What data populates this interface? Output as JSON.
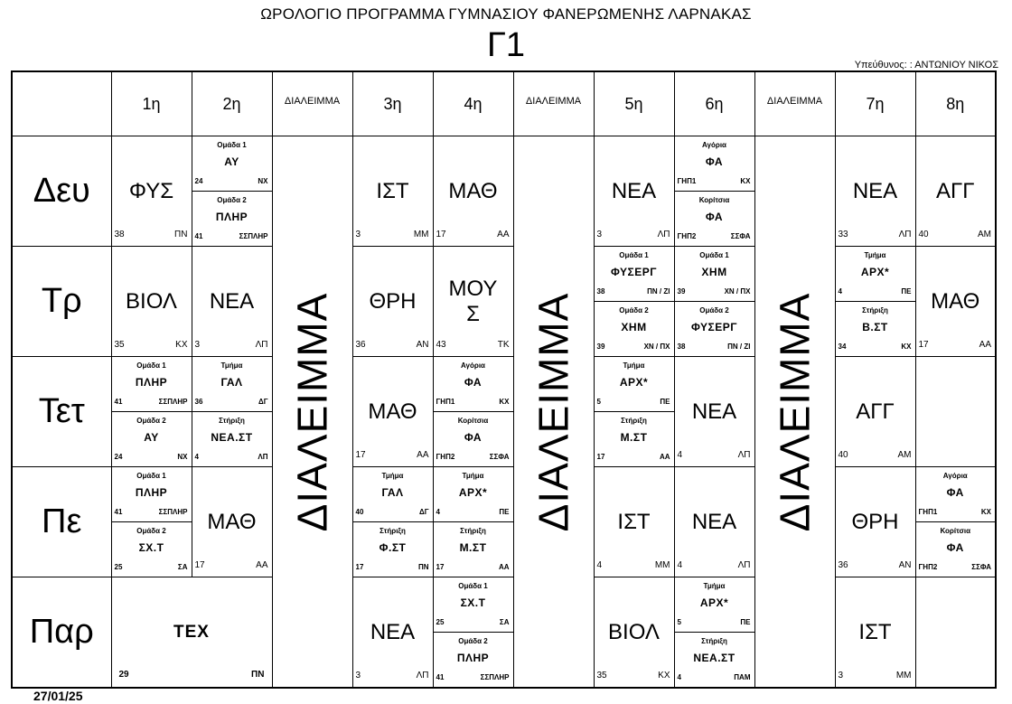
{
  "header": {
    "title": "ΩΡΟΛΟΓΙΟ ΠΡΟΓΡΑΜΜΑ ΓΥΜΝΑΣΙΟΥ ΦΑΝΕΡΩΜΕΝΗΣ ΛΑΡΝΑΚΑΣ",
    "class_name": "Γ1",
    "responsible": "Υπεύθυνος: : ΑΝΤΩΝΙΟΥ ΝΙΚΟΣ"
  },
  "columns": [
    "1η",
    "2η",
    "ΔΙΑΛΕΙΜΜΑ",
    "3η",
    "4η",
    "ΔΙΑΛΕΙΜΜΑ",
    "5η",
    "6η",
    "ΔΙΑΛΕΙΜΜΑ",
    "7η",
    "8η"
  ],
  "break_label": "ΔΙΑΛΕΙΜΜΑ",
  "days": [
    {
      "label": "Δευ",
      "p1": {
        "subject": "ΦΥΣ",
        "room": "38",
        "teacher": "ΠΝ"
      },
      "p2": {
        "top": {
          "label": "Ομάδα 1",
          "subject": "ΑΥ",
          "room": "24",
          "teacher": "ΝΧ"
        },
        "bottom": {
          "label": "Ομάδα 2",
          "subject": "ΠΛΗΡ",
          "room": "41",
          "teacher": "ΣΣΠΛΗΡ"
        }
      },
      "p3": {
        "subject": "ΙΣΤ",
        "room": "3",
        "teacher": "ΜΜ"
      },
      "p4": {
        "subject": "ΜΑΘ",
        "room": "17",
        "teacher": "ΑΑ"
      },
      "p5": {
        "subject": "ΝΕΑ",
        "room": "3",
        "teacher": "ΛΠ"
      },
      "p6": {
        "top": {
          "label": "Αγόρια",
          "subject": "ΦΑ",
          "room": "ΓΗΠ1",
          "teacher": "ΚΧ"
        },
        "bottom": {
          "label": "Κορίτσια",
          "subject": "ΦΑ",
          "room": "ΓΗΠ2",
          "teacher": "ΣΣΦΑ"
        }
      },
      "p7": {
        "subject": "ΝΕΑ",
        "room": "33",
        "teacher": "ΛΠ"
      },
      "p8": {
        "subject": "ΑΓΓ",
        "room": "40",
        "teacher": "ΑΜ"
      }
    },
    {
      "label": "Τρ",
      "p1": {
        "subject": "ΒΙΟΛ",
        "room": "35",
        "teacher": "ΚΧ"
      },
      "p2": {
        "subject": "ΝΕΑ",
        "room": "3",
        "teacher": "ΛΠ"
      },
      "p3": {
        "subject": "ΘΡΗ",
        "room": "36",
        "teacher": "ΑΝ"
      },
      "p4": {
        "subject_line1": "ΜΟΥ",
        "subject_line2": "Σ",
        "room": "43",
        "teacher": "ΤΚ"
      },
      "p5": {
        "top": {
          "label": "Ομάδα 1",
          "subject": "ΦΥΣΕΡΓ",
          "room": "38",
          "teacher": "ΠΝ / ΖΙ"
        },
        "bottom": {
          "label": "Ομάδα 2",
          "subject": "ΧΗΜ",
          "room": "39",
          "teacher": "ΧΝ / ΠΧ"
        }
      },
      "p6": {
        "top": {
          "label": "Ομάδα 1",
          "subject": "ΧΗΜ",
          "room": "39",
          "teacher": "ΧΝ / ΠΧ"
        },
        "bottom": {
          "label": "Ομάδα 2",
          "subject": "ΦΥΣΕΡΓ",
          "room": "38",
          "teacher": "ΠΝ / ΖΙ"
        }
      },
      "p7": {
        "top": {
          "label": "Τμήμα",
          "subject": "ΑΡΧ*",
          "room": "4",
          "teacher": "ΠΕ"
        },
        "bottom": {
          "label": "Στήριξη",
          "subject": "Β.ΣΤ",
          "room": "34",
          "teacher": "ΚΧ"
        }
      },
      "p8": {
        "subject": "ΜΑΘ",
        "room": "17",
        "teacher": "ΑΑ"
      }
    },
    {
      "label": "Τετ",
      "p1": {
        "top": {
          "label": "Ομάδα 1",
          "subject": "ΠΛΗΡ",
          "room": "41",
          "teacher": "ΣΣΠΛΗΡ"
        },
        "bottom": {
          "label": "Ομάδα 2",
          "subject": "ΑΥ",
          "room": "24",
          "teacher": "ΝΧ"
        }
      },
      "p2": {
        "top": {
          "label": "Τμήμα",
          "subject": "ΓΑΛ",
          "room": "36",
          "teacher": "ΔΓ"
        },
        "bottom": {
          "label": "Στήριξη",
          "subject": "ΝΕΑ.ΣΤ",
          "room": "4",
          "teacher": "ΛΠ"
        }
      },
      "p3": {
        "subject": "ΜΑΘ",
        "room": "17",
        "teacher": "ΑΑ"
      },
      "p4": {
        "top": {
          "label": "Αγόρια",
          "subject": "ΦΑ",
          "room": "ΓΗΠ1",
          "teacher": "ΚΧ"
        },
        "bottom": {
          "label": "Κορίτσια",
          "subject": "ΦΑ",
          "room": "ΓΗΠ2",
          "teacher": "ΣΣΦΑ"
        }
      },
      "p5": {
        "top": {
          "label": "Τμήμα",
          "subject": "ΑΡΧ*",
          "room": "5",
          "teacher": "ΠΕ"
        },
        "bottom": {
          "label": "Στήριξη",
          "subject": "Μ.ΣΤ",
          "room": "17",
          "teacher": "ΑΑ"
        }
      },
      "p6": {
        "subject": "ΝΕΑ",
        "room": "4",
        "teacher": "ΛΠ"
      },
      "p7": {
        "subject": "ΑΓΓ",
        "room": "40",
        "teacher": "ΑΜ"
      }
    },
    {
      "label": "Πε",
      "p1": {
        "top": {
          "label": "Ομάδα 1",
          "subject": "ΠΛΗΡ",
          "room": "41",
          "teacher": "ΣΣΠΛΗΡ"
        },
        "bottom": {
          "label": "Ομάδα 2",
          "subject": "ΣΧ.Τ",
          "room": "25",
          "teacher": "ΣΑ"
        }
      },
      "p2": {
        "subject": "ΜΑΘ",
        "room": "17",
        "teacher": "ΑΑ"
      },
      "p3": {
        "top": {
          "label": "Τμήμα",
          "subject": "ΓΑΛ",
          "room": "40",
          "teacher": "ΔΓ"
        },
        "bottom": {
          "label": "Στήριξη",
          "subject": "Φ.ΣΤ",
          "room": "17",
          "teacher": "ΠΝ"
        }
      },
      "p4": {
        "top": {
          "label": "Τμήμα",
          "subject": "ΑΡΧ*",
          "room": "4",
          "teacher": "ΠΕ"
        },
        "bottom": {
          "label": "Στήριξη",
          "subject": "Μ.ΣΤ",
          "room": "17",
          "teacher": "ΑΑ"
        }
      },
      "p5": {
        "subject": "ΙΣΤ",
        "room": "4",
        "teacher": "ΜΜ"
      },
      "p6": {
        "subject": "ΝΕΑ",
        "room": "4",
        "teacher": "ΛΠ"
      },
      "p7": {
        "subject": "ΘΡΗ",
        "room": "36",
        "teacher": "ΑΝ"
      },
      "p8": {
        "top": {
          "label": "Αγόρια",
          "subject": "ΦΑ",
          "room": "ΓΗΠ1",
          "teacher": "ΚΧ"
        },
        "bottom": {
          "label": "Κορίτσια",
          "subject": "ΦΑ",
          "room": "ΓΗΠ2",
          "teacher": "ΣΣΦΑ"
        }
      }
    },
    {
      "label": "Παρ",
      "p12": {
        "subject": "ΤΕΧ",
        "room": "29",
        "teacher": "ΠΝ"
      },
      "p3": {
        "subject": "ΝΕΑ",
        "room": "3",
        "teacher": "ΛΠ"
      },
      "p4": {
        "top": {
          "label": "Ομάδα 1",
          "subject": "ΣΧ.Τ",
          "room": "25",
          "teacher": "ΣΑ"
        },
        "bottom": {
          "label": "Ομάδα 2",
          "subject": "ΠΛΗΡ",
          "room": "41",
          "teacher": "ΣΣΠΛΗΡ"
        }
      },
      "p5": {
        "subject": "ΒΙΟΛ",
        "room": "35",
        "teacher": "ΚΧ"
      },
      "p6": {
        "top": {
          "label": "Τμήμα",
          "subject": "ΑΡΧ*",
          "room": "5",
          "teacher": "ΠΕ"
        },
        "bottom": {
          "label": "Στήριξη",
          "subject": "ΝΕΑ.ΣΤ",
          "room": "4",
          "teacher": "ΠΑΜ"
        }
      },
      "p7": {
        "subject": "ΙΣΤ",
        "room": "3",
        "teacher": "ΜΜ"
      }
    }
  ],
  "footer": {
    "date": "27/01/25"
  }
}
